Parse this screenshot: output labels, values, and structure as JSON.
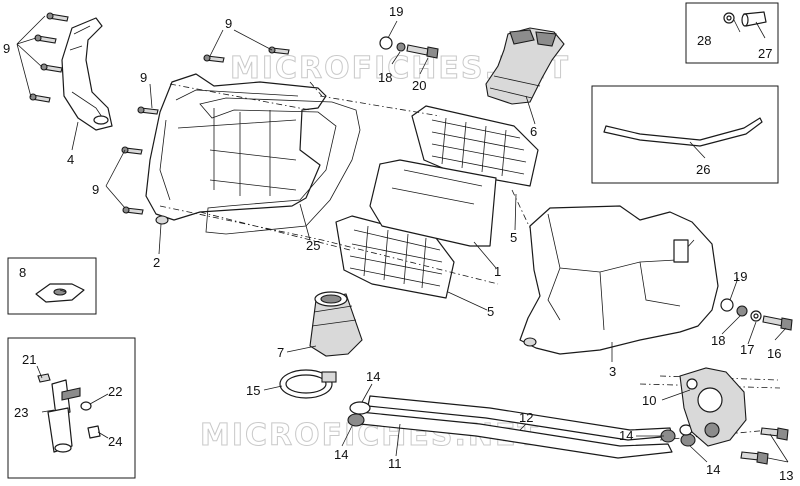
{
  "diagram": {
    "watermark": "MICROFICHES.NET",
    "callouts": {
      "c1": "1",
      "c2": "2",
      "c3": "3",
      "c4": "4",
      "c5a": "5",
      "c5b": "5",
      "c6": "6",
      "c7": "7",
      "c8": "8",
      "c9a": "9",
      "c9b": "9",
      "c9c": "9",
      "c9d": "9",
      "c10": "10",
      "c11": "11",
      "c12": "12",
      "c13": "13",
      "c14a": "14",
      "c14b": "14",
      "c14c": "14",
      "c14d": "14",
      "c15": "15",
      "c16": "16",
      "c17": "17",
      "c18a": "18",
      "c18b": "18",
      "c19a": "19",
      "c19b": "19",
      "c20": "20",
      "c21": "21",
      "c22": "22",
      "c23": "23",
      "c24": "24",
      "c25": "25",
      "c26": "26",
      "c27": "27",
      "c28": "28"
    }
  }
}
